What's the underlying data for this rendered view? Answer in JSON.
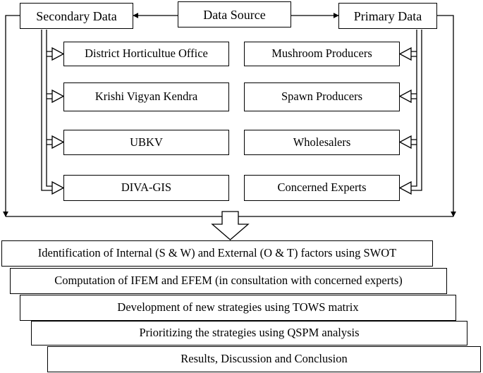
{
  "header": {
    "data_source": "Data Source",
    "secondary_data": "Secondary Data",
    "primary_data": "Primary Data"
  },
  "secondary_sources": [
    "District Horticultue Office",
    "Krishi Vigyan Kendra",
    "UBKV",
    "DIVA-GIS"
  ],
  "primary_sources": [
    "Mushroom Producers",
    "Spawn Producers",
    "Wholesalers",
    "Concerned Experts"
  ],
  "steps": [
    "Identification of Internal (S & W) and External (O & T) factors using SWOT",
    "Computation of IFEM and EFEM (in consultation with concerned experts)",
    "Development of new strategies using TOWS matrix",
    "Prioritizing the strategies using QSPM analysis",
    "Results, Discussion and Conclusion"
  ]
}
